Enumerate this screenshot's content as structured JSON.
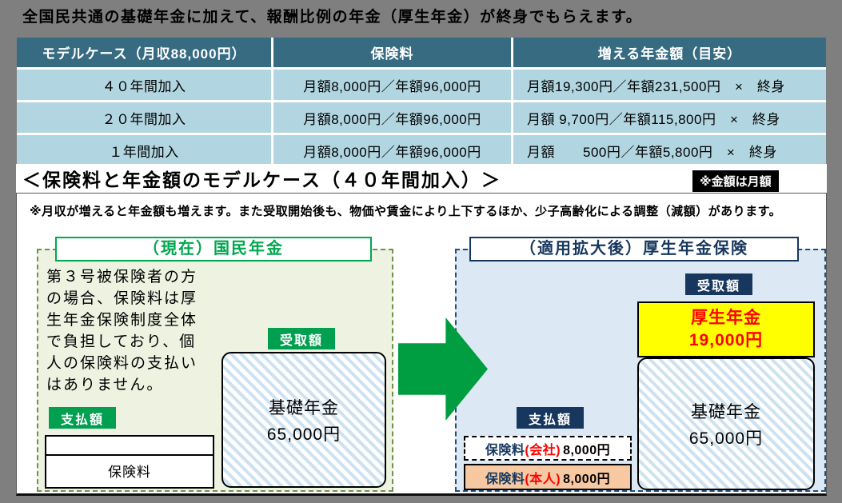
{
  "colors": {
    "page_bg": "#7f7f7f",
    "table_header_bg": "#366b82",
    "table_row_bg": "#b1d6e2",
    "accent_green": "#00a84e",
    "accent_navy": "#17375e",
    "arrow_green": "#009e40",
    "highlight_yellow": "#ffff00",
    "highlight_red": "#ff0000",
    "premium_self_bg": "#f6c9a2"
  },
  "header": {
    "title": "全国民共通の基礎年金に加えて、報酬比例の年金（厚生年金）が終身でもらえます。"
  },
  "table": {
    "headers": [
      "モデルケース（月収88,000円）",
      "保険料",
      "増える年金額（目安）"
    ],
    "rows": [
      {
        "case": "４０年間加入",
        "premium": "月額8,000円／年額96,000円",
        "increase": "月額19,300円／年額231,500円　×　終身"
      },
      {
        "case": "２０年間加入",
        "premium": "月額8,000円／年額96,000円",
        "increase": "月額 9,700円／年額115,800円　×　終身"
      },
      {
        "case": "１年間加入",
        "premium": "月額8,000円／年額96,000円",
        "increase": "月額　　500円／年額5,800円　×　終身"
      }
    ]
  },
  "section": {
    "heading": "＜保険料と年金額のモデルケース（４０年間加入）＞",
    "unit_badge": "※金額は月額",
    "note": "※月収が増えると年金額も増えます。また受取開始後も、物価や賃金により上下するほか、少子高齢化による調整（減額）があります。"
  },
  "current": {
    "title": "（現在）国民年金",
    "description": "第３号被保険者の方\nの場合、保険料は厚\n生年金保険制度全体\nで負担しており、個\n人の保険料の支払い\nはありません。",
    "receive_label": "受取額",
    "pay_label": "支払額",
    "base_pension_name": "基礎年金",
    "base_pension_amount": "65,000円",
    "premium_label": "保険料"
  },
  "expanded": {
    "title": "（適用拡大後）厚生年金保険",
    "receive_label": "受取額",
    "pay_label": "支払額",
    "kosei_name": "厚生年金",
    "kosei_amount": "19,000円",
    "base_pension_name": "基礎年金",
    "base_pension_amount": "65,000円",
    "premium_company_label": "保険料",
    "premium_company_who": "(会社)",
    "premium_company_amount": "8,000円",
    "premium_self_label": "保険料",
    "premium_self_who": "(本人)",
    "premium_self_amount": "8,000円"
  }
}
